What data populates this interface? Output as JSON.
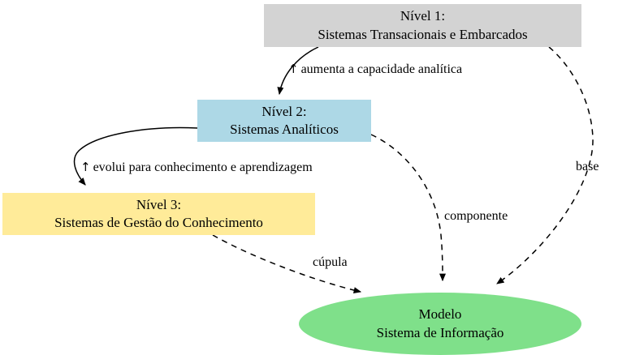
{
  "diagram": {
    "title": "Modelo de Sistema de Informacao - niveis",
    "background": "#ffffff",
    "nodes": [
      {
        "id": "nivel1",
        "shape": "box",
        "fill": "#d3d3d3",
        "line1": "Nível 1:",
        "line2": "Sistemas Transacionais e Embarcados"
      },
      {
        "id": "nivel2",
        "shape": "box",
        "fill": "#add8e6",
        "line1": "Nível 2:",
        "line2": "Sistemas Analíticos"
      },
      {
        "id": "nivel3",
        "shape": "box",
        "fill": "#ffeb99",
        "line1": "Nível 3:",
        "line2": "Sistemas de Gestão do Conhecimento"
      },
      {
        "id": "modelo",
        "shape": "ellipse",
        "fill": "#7fe08a",
        "line1": "Modelo",
        "line2": "Sistema de Informação"
      }
    ],
    "edges": [
      {
        "id": "e1",
        "from": "nivel1",
        "to": "nivel2",
        "style": "solid",
        "arrow_glyph": "↑",
        "label": "aumenta a capacidade analítica"
      },
      {
        "id": "e2",
        "from": "nivel2",
        "to": "nivel3",
        "style": "solid",
        "arrow_glyph": "↑",
        "label": "evolui para conhecimento e aprendizagem"
      },
      {
        "id": "e3",
        "from": "nivel1",
        "to": "modelo",
        "style": "dashed",
        "arrow_glyph": "",
        "label": "base"
      },
      {
        "id": "e4",
        "from": "nivel2",
        "to": "modelo",
        "style": "dashed",
        "arrow_glyph": "",
        "label": "componente"
      },
      {
        "id": "e5",
        "from": "nivel3",
        "to": "modelo",
        "style": "dashed",
        "arrow_glyph": "",
        "label": "cúpula"
      }
    ],
    "colors": {
      "edge_stroke": "#000000",
      "text": "#000000"
    }
  }
}
